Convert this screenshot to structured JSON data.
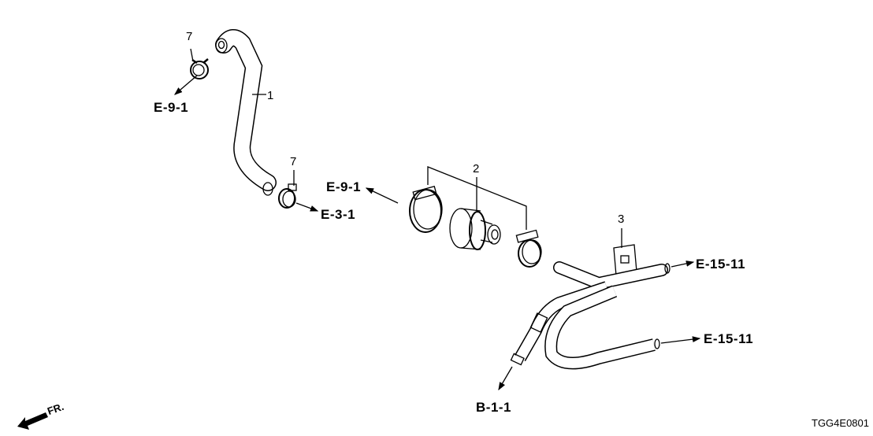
{
  "part_numbers": {
    "clip_top": "7",
    "hose": "1",
    "clip_bottom": "7",
    "resonator": "2",
    "pipe": "3"
  },
  "references": {
    "e91_left": "E-9-1",
    "e31": "E-3-1",
    "e91_center": "E-9-1",
    "e1511_top": "E-15-11",
    "e1511_bottom": "E-15-11",
    "b11": "B-1-1"
  },
  "direction_label": "FR.",
  "diagram_code": "TGG4E0801"
}
